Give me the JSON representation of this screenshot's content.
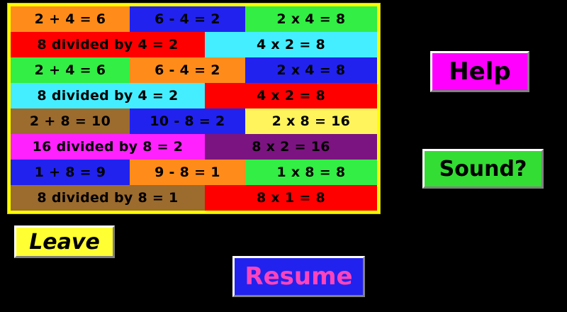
{
  "panel": {
    "border_color": "#FFFF00",
    "rows": [
      {
        "type": "row-3",
        "cells": [
          {
            "text": "2 + 4 = 6",
            "bg": "#FF8C1A"
          },
          {
            "text": "6 - 4 = 2",
            "bg": "#2222EE"
          },
          {
            "text": "2 x 4 = 8",
            "bg": "#33EE44"
          }
        ]
      },
      {
        "type": "row-2",
        "cells": [
          {
            "text": "8 divided by 4 = 2",
            "bg": "#FF0000"
          },
          {
            "text": "4 x 2 = 8",
            "bg": "#44EEFF"
          }
        ]
      },
      {
        "type": "row-3",
        "cells": [
          {
            "text": "2 + 4 = 6",
            "bg": "#33EE44"
          },
          {
            "text": "6 - 4 = 2",
            "bg": "#FF8C1A"
          },
          {
            "text": "2 x 4 = 8",
            "bg": "#2222EE"
          }
        ]
      },
      {
        "type": "row-2",
        "cells": [
          {
            "text": "8 divided by 4 = 2",
            "bg": "#44EEFF"
          },
          {
            "text": "4 x 2 = 8",
            "bg": "#FF0000"
          }
        ]
      },
      {
        "type": "row-3",
        "cells": [
          {
            "text": "2 + 8 = 10",
            "bg": "#9C6B2E"
          },
          {
            "text": "10 - 8 = 2",
            "bg": "#2222EE"
          },
          {
            "text": "2 x 8 = 16",
            "bg": "#FFF45C"
          }
        ]
      },
      {
        "type": "row-2",
        "cells": [
          {
            "text": "16 divided by 8 = 2",
            "bg": "#FF22FF"
          },
          {
            "text": "8 x 2 = 16",
            "bg": "#7B1480"
          }
        ]
      },
      {
        "type": "row-3",
        "cells": [
          {
            "text": "1 + 8 = 9",
            "bg": "#2222EE"
          },
          {
            "text": "9 - 8 = 1",
            "bg": "#FF8C1A"
          },
          {
            "text": "1 x 8 = 8",
            "bg": "#33EE44"
          }
        ]
      },
      {
        "type": "row-2",
        "cells": [
          {
            "text": "8 divided by 8 = 1",
            "bg": "#9C6B2E"
          },
          {
            "text": "8 x 1 = 8",
            "bg": "#FF0000"
          }
        ]
      }
    ]
  },
  "buttons": {
    "help": {
      "label": "Help",
      "bg": "#FF00FF",
      "fg": "#000000"
    },
    "sound": {
      "label": "Sound?",
      "bg": "#33DD33",
      "fg": "#000000"
    },
    "leave": {
      "label": "Leave",
      "bg": "#FFFF33",
      "fg": "#000000"
    },
    "resume": {
      "label": "Resume",
      "bg": "#2222EE",
      "fg": "#FF44BB"
    }
  }
}
